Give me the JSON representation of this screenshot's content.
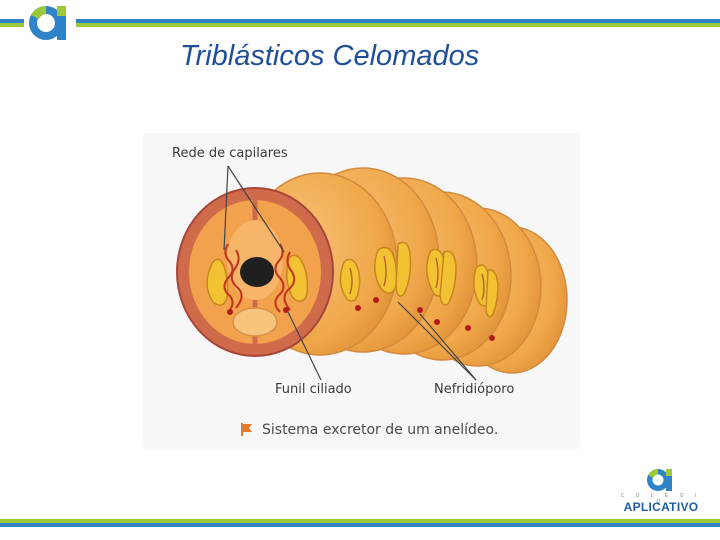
{
  "slide": {
    "title": "Triblásticos Celomados"
  },
  "figure": {
    "labels": {
      "capillaries": "Rede de capilares",
      "ciliated_funnel": "Funil ciliado",
      "nephridiopore": "Nefridióporo"
    },
    "caption": "Sistema excretor de um anelídeo."
  },
  "branding": {
    "subtitle": "C O L É G I O",
    "name": "APLICATIVO"
  },
  "colors": {
    "title": "#1f4f9a",
    "band_blue": "#2f83c8",
    "band_green": "#9cc93a",
    "segment_fill": "#f0a84a",
    "segment_wall": "#c94a3c",
    "nephridium": "#f2c232",
    "capillary": "#c2331e",
    "caption_marker": "#e07a2e"
  }
}
